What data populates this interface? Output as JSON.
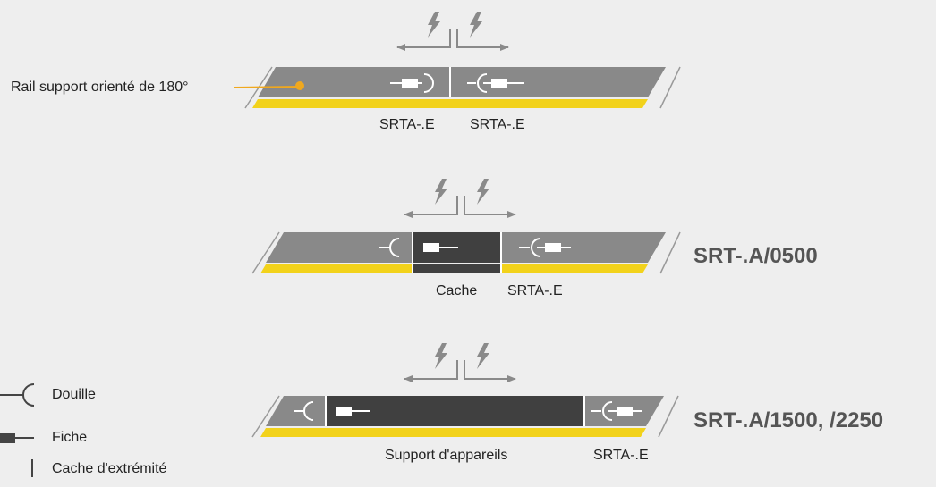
{
  "diagram": {
    "rail1": {
      "callout": "Rail support orienté de 180°",
      "label_left": "SRTA-.E",
      "label_right": "SRTA-.E"
    },
    "rail2": {
      "title": "SRT-.A/0500",
      "label_left": "Cache",
      "label_right": "SRTA-.E"
    },
    "rail3": {
      "title": "SRT-.A/1500, /2250",
      "label_left": "Support d'appareils",
      "label_right": "SRTA-.E"
    },
    "legend": {
      "items": [
        {
          "icon": "socket-icon",
          "label": "Douille"
        },
        {
          "icon": "plug-icon",
          "label": "Fiche"
        },
        {
          "icon": "end-cap-icon",
          "label": "Cache d'extrémité"
        }
      ]
    },
    "colors": {
      "background": "#eeeeee",
      "rail_grey": "#898989",
      "dark_section": "#404040",
      "yellow_strip": "#f2d21b",
      "callout_orange": "#f0a81e",
      "arrow_grey": "#8a8a8a"
    }
  }
}
